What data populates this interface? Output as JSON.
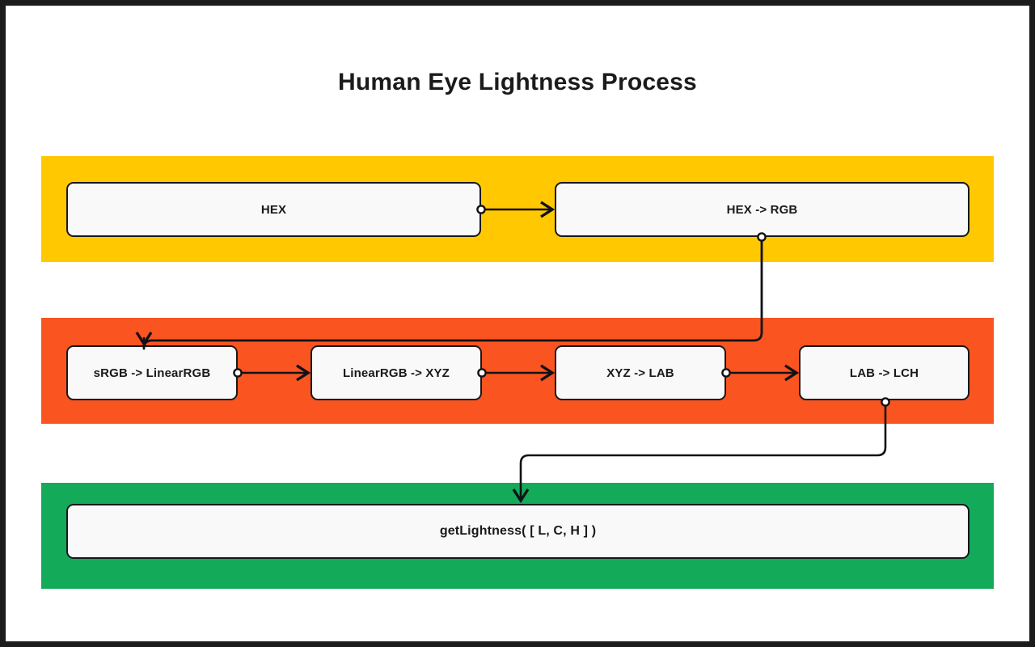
{
  "title": "Human Eye Lightness Process",
  "palette": {
    "input_lane": "#FFC800",
    "conversion_lane": "#FA5420",
    "output_lane": "#13AB5A",
    "node_fill": "#F9F9F9",
    "node_stroke": "#17181C",
    "text": "#1A1A1A",
    "page_border": "#1C1C1C",
    "background": "#FFFFFF"
  },
  "lanes": [
    {
      "id": "input",
      "color": "#FFC800",
      "nodes": [
        {
          "id": "hex",
          "label": "HEX"
        },
        {
          "id": "hex-rgb",
          "label": "HEX -> RGB"
        }
      ]
    },
    {
      "id": "conversion",
      "color": "#FA5420",
      "nodes": [
        {
          "id": "srgb-linear",
          "label": "sRGB -> LinearRGB"
        },
        {
          "id": "linear-xyz",
          "label": "LinearRGB -> XYZ"
        },
        {
          "id": "xyz-lab",
          "label": "XYZ -> LAB"
        },
        {
          "id": "lab-lch",
          "label": "LAB -> LCH"
        }
      ]
    },
    {
      "id": "output",
      "color": "#13AB5A",
      "nodes": [
        {
          "id": "get-lightness",
          "label": "getLightness( [ L, C, H ] )"
        }
      ]
    }
  ],
  "edges": [
    {
      "from": "hex",
      "to": "hex-rgb",
      "style": "straight-right"
    },
    {
      "from": "hex-rgb",
      "to": "srgb-linear",
      "style": "elbow-down-left"
    },
    {
      "from": "srgb-linear",
      "to": "linear-xyz",
      "style": "straight-right"
    },
    {
      "from": "linear-xyz",
      "to": "xyz-lab",
      "style": "straight-right"
    },
    {
      "from": "xyz-lab",
      "to": "lab-lch",
      "style": "straight-right"
    },
    {
      "from": "lab-lch",
      "to": "get-lightness",
      "style": "elbow-down-left"
    }
  ]
}
